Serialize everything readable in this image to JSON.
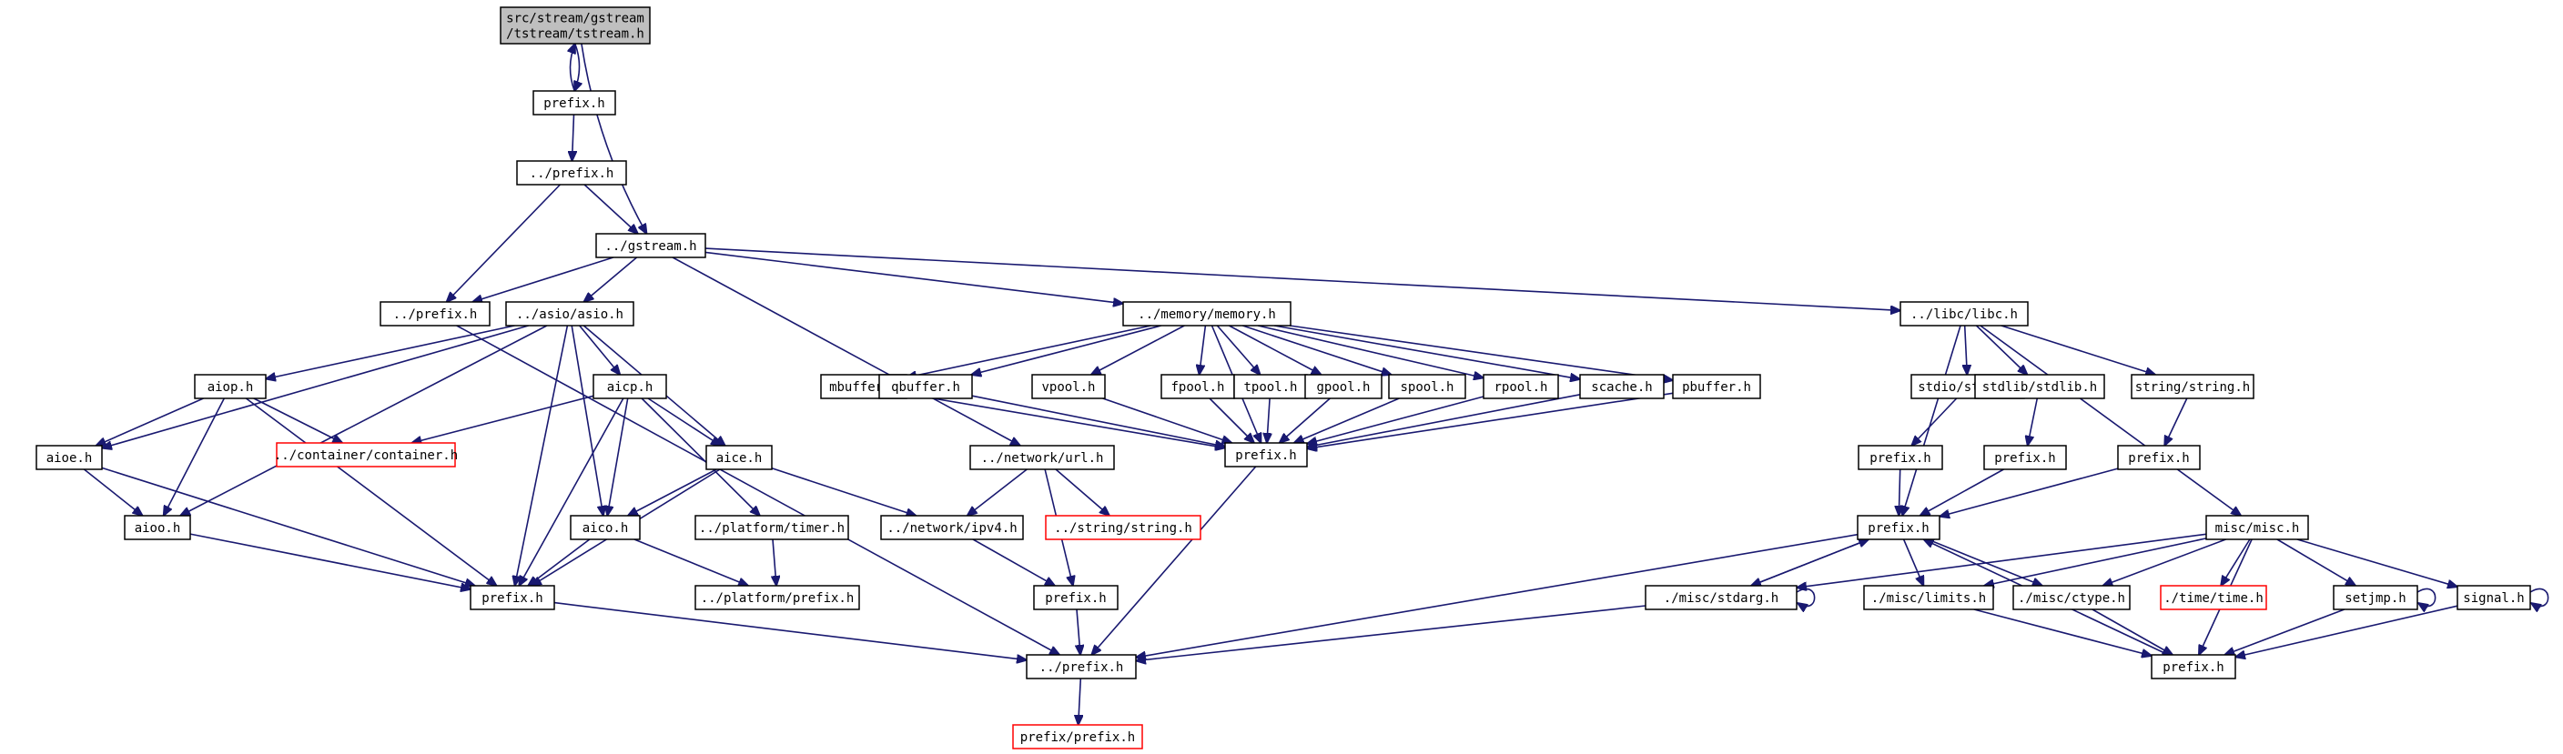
{
  "diagram": {
    "title": "",
    "colors": {
      "edge": "#191970",
      "root_fill": "#bfbfbf",
      "missing_border": "#ff0000",
      "node_fill": "#ffffff",
      "node_border": "#000000"
    },
    "nodes": [
      {
        "id": "root",
        "lines": [
          "src/stream/gstream",
          "/tstream/tstream.h"
        ],
        "kind": "root"
      },
      {
        "id": "prefix_a",
        "lines": [
          "prefix.h"
        ]
      },
      {
        "id": "up_prefix_a",
        "lines": [
          "../prefix.h"
        ]
      },
      {
        "id": "gstream",
        "lines": [
          "../gstream.h"
        ]
      },
      {
        "id": "up_prefix_b",
        "lines": [
          "../prefix.h"
        ]
      },
      {
        "id": "asio",
        "lines": [
          "../asio/asio.h"
        ]
      },
      {
        "id": "memory",
        "lines": [
          "../memory/memory.h"
        ]
      },
      {
        "id": "libc",
        "lines": [
          "../libc/libc.h"
        ]
      },
      {
        "id": "aiop",
        "lines": [
          "aiop.h"
        ]
      },
      {
        "id": "aicp",
        "lines": [
          "aicp.h"
        ]
      },
      {
        "id": "container",
        "lines": [
          "../container/container.h"
        ],
        "kind": "missing"
      },
      {
        "id": "aioe",
        "lines": [
          "aioe.h"
        ]
      },
      {
        "id": "aice",
        "lines": [
          "aice.h"
        ]
      },
      {
        "id": "aioo",
        "lines": [
          "aioo.h"
        ]
      },
      {
        "id": "aico",
        "lines": [
          "aico.h"
        ]
      },
      {
        "id": "platform_timer",
        "lines": [
          "../platform/timer.h"
        ]
      },
      {
        "id": "prefix_asio",
        "lines": [
          "prefix.h"
        ]
      },
      {
        "id": "platform_prefix",
        "lines": [
          "../platform/prefix.h"
        ]
      },
      {
        "id": "mbuffer",
        "lines": [
          "mbuffer.h"
        ]
      },
      {
        "id": "qbuffer",
        "lines": [
          "qbuffer.h"
        ]
      },
      {
        "id": "vpool",
        "lines": [
          "vpool.h"
        ]
      },
      {
        "id": "fpool",
        "lines": [
          "fpool.h"
        ]
      },
      {
        "id": "tpool",
        "lines": [
          "tpool.h"
        ]
      },
      {
        "id": "gpool",
        "lines": [
          "gpool.h"
        ]
      },
      {
        "id": "spool",
        "lines": [
          "spool.h"
        ]
      },
      {
        "id": "rpool",
        "lines": [
          "rpool.h"
        ]
      },
      {
        "id": "scache",
        "lines": [
          "scache.h"
        ]
      },
      {
        "id": "pbuffer",
        "lines": [
          "pbuffer.h"
        ]
      },
      {
        "id": "prefix_memory",
        "lines": [
          "prefix.h"
        ]
      },
      {
        "id": "network_url",
        "lines": [
          "../network/url.h"
        ]
      },
      {
        "id": "network_ipv4",
        "lines": [
          "../network/ipv4.h"
        ]
      },
      {
        "id": "string_missing",
        "lines": [
          "../string/string.h"
        ],
        "kind": "missing"
      },
      {
        "id": "prefix_network",
        "lines": [
          "prefix.h"
        ]
      },
      {
        "id": "up_prefix_c",
        "lines": [
          "../prefix.h"
        ]
      },
      {
        "id": "prefix_prefix",
        "lines": [
          "prefix/prefix.h"
        ],
        "kind": "missing"
      },
      {
        "id": "stdio",
        "lines": [
          "stdio/stdio.h"
        ]
      },
      {
        "id": "stdlib",
        "lines": [
          "stdlib/stdlib.h"
        ]
      },
      {
        "id": "string_string",
        "lines": [
          "string/string.h"
        ]
      },
      {
        "id": "misc_misc",
        "lines": [
          "misc/misc.h"
        ]
      },
      {
        "id": "prefix_stdio",
        "lines": [
          "prefix.h"
        ]
      },
      {
        "id": "prefix_stdlib",
        "lines": [
          "prefix.h"
        ]
      },
      {
        "id": "prefix_string",
        "lines": [
          "prefix.h"
        ]
      },
      {
        "id": "prefix_libc",
        "lines": [
          "prefix.h"
        ]
      },
      {
        "id": "misc_stdarg",
        "lines": [
          "./misc/stdarg.h"
        ]
      },
      {
        "id": "misc_limits",
        "lines": [
          "./misc/limits.h"
        ]
      },
      {
        "id": "misc_ctype",
        "lines": [
          "./misc/ctype.h"
        ]
      },
      {
        "id": "time_missing",
        "lines": [
          "./time/time.h"
        ],
        "kind": "missing"
      },
      {
        "id": "setjmp",
        "lines": [
          "setjmp.h"
        ]
      },
      {
        "id": "signal",
        "lines": [
          "signal.h"
        ]
      },
      {
        "id": "prefix_misc",
        "lines": [
          "prefix.h"
        ]
      }
    ],
    "edges": [
      [
        "root",
        "prefix_a"
      ],
      [
        "prefix_a",
        "root"
      ],
      [
        "root",
        "gstream"
      ],
      [
        "prefix_a",
        "up_prefix_a"
      ],
      [
        "up_prefix_a",
        "up_prefix_b"
      ],
      [
        "up_prefix_a",
        "gstream"
      ],
      [
        "gstream",
        "up_prefix_b"
      ],
      [
        "gstream",
        "asio"
      ],
      [
        "gstream",
        "memory"
      ],
      [
        "gstream",
        "libc"
      ],
      [
        "gstream",
        "network_url"
      ],
      [
        "up_prefix_b",
        "up_prefix_c"
      ],
      [
        "asio",
        "aiop"
      ],
      [
        "asio",
        "aicp"
      ],
      [
        "asio",
        "aice"
      ],
      [
        "asio",
        "aioe"
      ],
      [
        "asio",
        "aioo"
      ],
      [
        "asio",
        "aico"
      ],
      [
        "asio",
        "prefix_asio"
      ],
      [
        "aiop",
        "aioe"
      ],
      [
        "aiop",
        "aioo"
      ],
      [
        "aiop",
        "container"
      ],
      [
        "aiop",
        "prefix_asio"
      ],
      [
        "aicp",
        "container"
      ],
      [
        "aicp",
        "aice"
      ],
      [
        "aicp",
        "aico"
      ],
      [
        "aicp",
        "platform_timer"
      ],
      [
        "aicp",
        "prefix_asio"
      ],
      [
        "aioe",
        "aioo"
      ],
      [
        "aioe",
        "prefix_asio"
      ],
      [
        "aioo",
        "prefix_asio"
      ],
      [
        "aice",
        "aico"
      ],
      [
        "aice",
        "network_ipv4"
      ],
      [
        "aice",
        "prefix_asio"
      ],
      [
        "aico",
        "prefix_asio"
      ],
      [
        "aico",
        "platform_prefix"
      ],
      [
        "platform_timer",
        "platform_prefix"
      ],
      [
        "prefix_asio",
        "up_prefix_c"
      ],
      [
        "memory",
        "mbuffer"
      ],
      [
        "memory",
        "qbuffer"
      ],
      [
        "memory",
        "vpool"
      ],
      [
        "memory",
        "fpool"
      ],
      [
        "memory",
        "tpool"
      ],
      [
        "memory",
        "gpool"
      ],
      [
        "memory",
        "spool"
      ],
      [
        "memory",
        "rpool"
      ],
      [
        "memory",
        "scache"
      ],
      [
        "memory",
        "pbuffer"
      ],
      [
        "memory",
        "prefix_memory"
      ],
      [
        "mbuffer",
        "prefix_memory"
      ],
      [
        "qbuffer",
        "prefix_memory"
      ],
      [
        "vpool",
        "prefix_memory"
      ],
      [
        "fpool",
        "prefix_memory"
      ],
      [
        "tpool",
        "prefix_memory"
      ],
      [
        "gpool",
        "prefix_memory"
      ],
      [
        "spool",
        "prefix_memory"
      ],
      [
        "rpool",
        "prefix_memory"
      ],
      [
        "scache",
        "prefix_memory"
      ],
      [
        "pbuffer",
        "prefix_memory"
      ],
      [
        "prefix_memory",
        "up_prefix_c"
      ],
      [
        "network_url",
        "network_ipv4"
      ],
      [
        "network_url",
        "string_missing"
      ],
      [
        "network_url",
        "prefix_network"
      ],
      [
        "network_ipv4",
        "prefix_network"
      ],
      [
        "prefix_network",
        "up_prefix_c"
      ],
      [
        "up_prefix_c",
        "prefix_prefix"
      ],
      [
        "libc",
        "stdio"
      ],
      [
        "libc",
        "stdlib"
      ],
      [
        "libc",
        "string_string"
      ],
      [
        "libc",
        "misc_misc"
      ],
      [
        "libc",
        "prefix_libc"
      ],
      [
        "stdio",
        "prefix_stdio"
      ],
      [
        "stdlib",
        "prefix_stdlib"
      ],
      [
        "string_string",
        "prefix_string"
      ],
      [
        "prefix_stdio",
        "prefix_libc"
      ],
      [
        "prefix_stdlib",
        "prefix_libc"
      ],
      [
        "prefix_string",
        "prefix_libc"
      ],
      [
        "prefix_libc",
        "misc_stdarg"
      ],
      [
        "prefix_libc",
        "misc_limits"
      ],
      [
        "prefix_libc",
        "misc_ctype"
      ],
      [
        "prefix_libc",
        "up_prefix_c"
      ],
      [
        "misc_misc",
        "misc_stdarg"
      ],
      [
        "misc_misc",
        "misc_limits"
      ],
      [
        "misc_misc",
        "misc_ctype"
      ],
      [
        "misc_misc",
        "time_missing"
      ],
      [
        "misc_misc",
        "setjmp"
      ],
      [
        "misc_misc",
        "signal"
      ],
      [
        "misc_misc",
        "prefix_misc"
      ],
      [
        "misc_stdarg",
        "misc_stdarg"
      ],
      [
        "misc_stdarg",
        "prefix_libc"
      ],
      [
        "misc_stdarg",
        "up_prefix_c"
      ],
      [
        "misc_limits",
        "prefix_misc"
      ],
      [
        "misc_ctype",
        "prefix_misc"
      ],
      [
        "setjmp",
        "setjmp"
      ],
      [
        "setjmp",
        "prefix_misc"
      ],
      [
        "signal",
        "signal"
      ],
      [
        "signal",
        "prefix_misc"
      ],
      [
        "prefix_misc",
        "prefix_libc"
      ]
    ]
  }
}
